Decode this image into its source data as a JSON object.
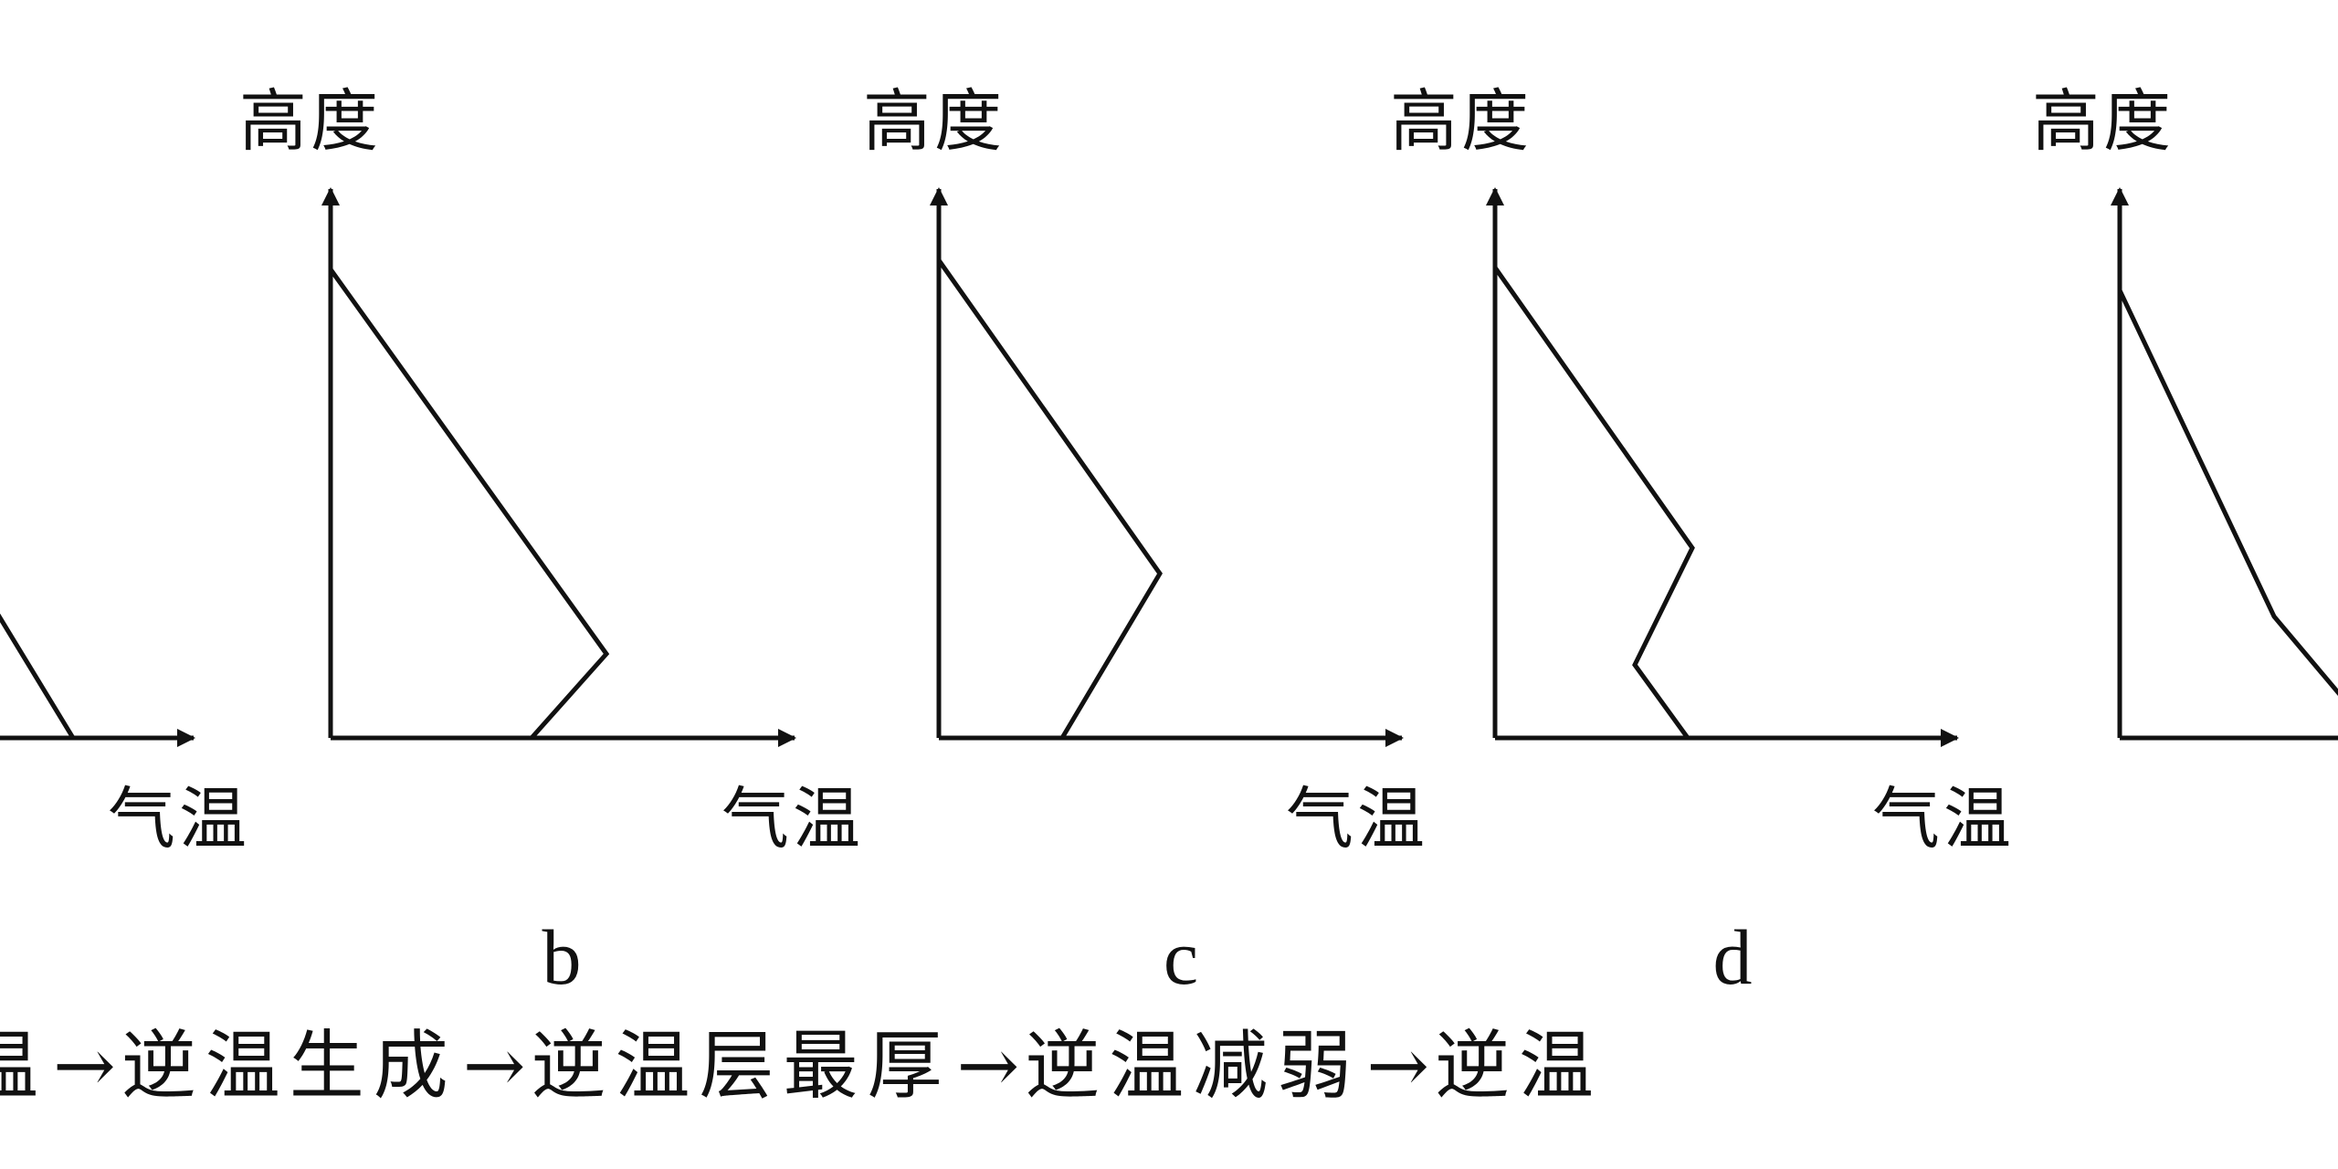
{
  "axis_labels": {
    "y": "高度",
    "x": "气温"
  },
  "panels": [
    {
      "letter": ""
    },
    {
      "letter": "b"
    },
    {
      "letter": "c"
    },
    {
      "letter": "d"
    },
    {
      "letter": ""
    }
  ],
  "process": {
    "steps": [
      "温",
      "逆温生成",
      "逆温层最厚",
      "逆温减弱",
      "逆温"
    ],
    "arrow": "→"
  },
  "colors": {
    "ink": "#111111",
    "background": "#ffffff"
  }
}
